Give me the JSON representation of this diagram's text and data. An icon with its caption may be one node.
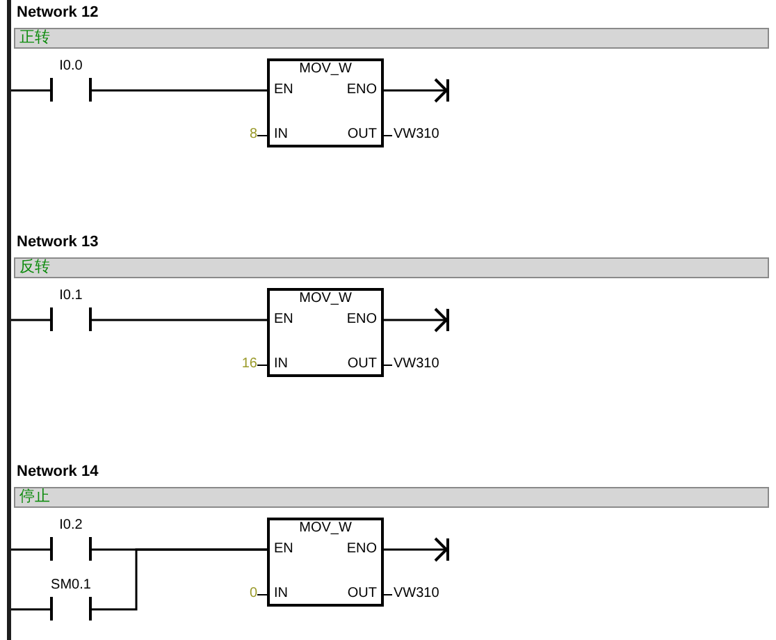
{
  "diagram": {
    "nodes": [
      {
        "text": [],
        "shape": "bar"
      },
      {
        "text": [
          "正转"
        ]
      },
      {
        "text": [
          "I0.0"
        ]
      },
      {
        "text": [
          "MOV_W",
          "EN",
          "ENO",
          "IN",
          "OUT"
        ],
        "beside": [
          "8",
          "VW310"
        ]
      },
      {
        "text": [
          "反转"
        ]
      },
      {
        "text": [
          "I0.1"
        ]
      },
      {
        "text": [
          "MOV_W",
          "EN",
          "ENO",
          "IN",
          "OUT"
        ],
        "beside": [
          "16",
          "VW310"
        ]
      },
      {
        "text": [
          "停止"
        ]
      },
      {
        "text": [
          "I0.2"
        ]
      },
      {
        "text": [
          "MOV_W",
          "EN",
          "ENO",
          "IN",
          "OUT"
        ],
        "beside": [
          "0",
          "VW310"
        ]
      },
      {
        "text": [
          "SM0.1"
        ]
      }
    ],
    "edges": [
      {
        "from": 0,
        "to": 2,
        "arrow": "none"
      },
      {
        "from": 2,
        "to": 3,
        "arrow": "none"
      },
      {
        "from": 3,
        "to": null,
        "arrow": "to"
      },
      {
        "from": 0,
        "to": 5,
        "arrow": "none"
      },
      {
        "from": 5,
        "to": 6,
        "arrow": "none"
      },
      {
        "from": 6,
        "to": null,
        "arrow": "to"
      },
      {
        "from": 0,
        "to": 8,
        "arrow": "none"
      },
      {
        "from": 0,
        "to": 10,
        "arrow": "none"
      },
      {
        "from": 8,
        "to": 9,
        "arrow": "none"
      },
      {
        "from": 10,
        "to": 9,
        "arrow": "none"
      },
      {
        "from": 9,
        "to": null,
        "arrow": "to"
      }
    ],
    "labels": [
      "Network 12",
      "Network 13",
      "Network 14"
    ]
  }
}
